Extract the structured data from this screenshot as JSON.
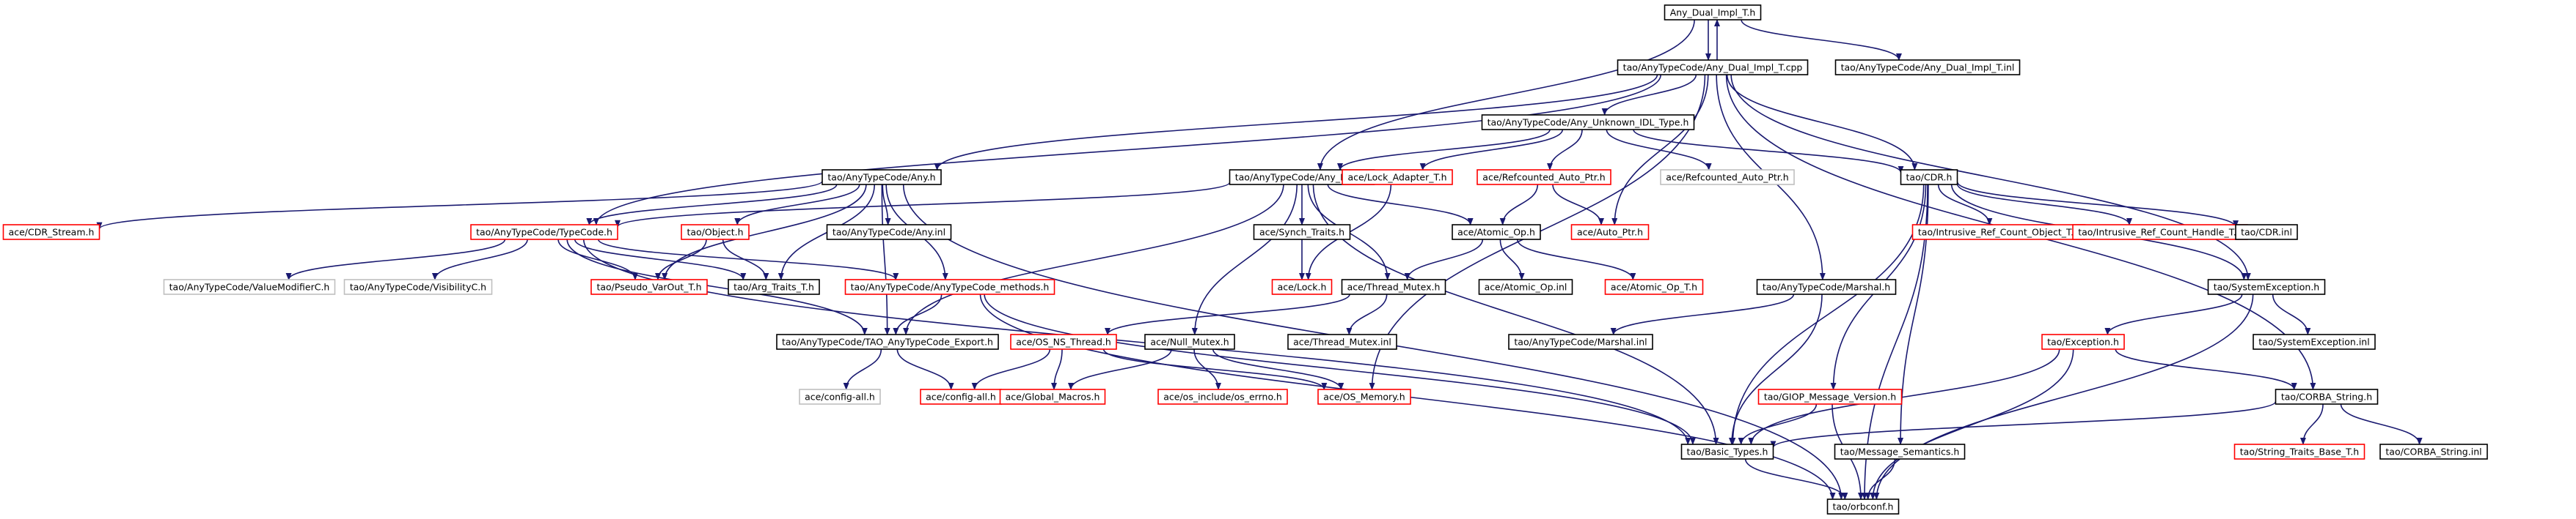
{
  "colors": {
    "edge": "#191970",
    "border_documented": "#000000",
    "border_undocumented": "#ff0000",
    "border_external": "#bfbfbf",
    "root_fill": "#bfbfbf",
    "label": "#000000"
  },
  "nodes": [
    {
      "id": "root",
      "label": "Any_Dual_Impl_T.h",
      "kind": "root"
    },
    {
      "id": "cpp",
      "label": "tao/AnyTypeCode/Any_Dual_Impl_T.cpp",
      "kind": "doc"
    },
    {
      "id": "inl",
      "label": "tao/AnyTypeCode/Any_Dual_Impl_T.inl",
      "kind": "doc"
    },
    {
      "id": "unknown",
      "label": "tao/AnyTypeCode/Any_Unknown_IDL_Type.h",
      "kind": "doc"
    },
    {
      "id": "anyh",
      "label": "tao/AnyTypeCode/Any.h",
      "kind": "doc"
    },
    {
      "id": "anyimpl",
      "label": "tao/AnyTypeCode/Any_Impl.h",
      "kind": "doc"
    },
    {
      "id": "lockadapter",
      "label": "ace/Lock_Adapter_T.h",
      "kind": "red"
    },
    {
      "id": "refcptr",
      "label": "ace/Refcounted_Auto_Ptr.h",
      "kind": "red"
    },
    {
      "id": "refcptri",
      "label": "ace/Refcounted_Auto_Ptr.h",
      "kind": "grey"
    },
    {
      "id": "cdrh",
      "label": "tao/CDR.h",
      "kind": "doc"
    },
    {
      "id": "cdrstream",
      "label": "ace/CDR_Stream.h",
      "kind": "red"
    },
    {
      "id": "typecode",
      "label": "tao/AnyTypeCode/TypeCode.h",
      "kind": "red"
    },
    {
      "id": "objecth",
      "label": "tao/Object.h",
      "kind": "red"
    },
    {
      "id": "anyinl",
      "label": "tao/AnyTypeCode/Any.inl",
      "kind": "doc"
    },
    {
      "id": "synch",
      "label": "ace/Synch_Traits.h",
      "kind": "doc"
    },
    {
      "id": "atomicop",
      "label": "ace/Atomic_Op.h",
      "kind": "doc"
    },
    {
      "id": "autoptr",
      "label": "ace/Auto_Ptr.h",
      "kind": "red"
    },
    {
      "id": "intrusive",
      "label": "tao/Intrusive_Ref_Count_Object_T.h",
      "kind": "red"
    },
    {
      "id": "intrhandle",
      "label": "tao/Intrusive_Ref_Count_Handle_T.h",
      "kind": "red"
    },
    {
      "id": "cdrinl",
      "label": "tao/CDR.inl",
      "kind": "doc"
    },
    {
      "id": "valuemod",
      "label": "tao/AnyTypeCode/ValueModifierC.h",
      "kind": "grey"
    },
    {
      "id": "visib",
      "label": "tao/AnyTypeCode/VisibilityC.h",
      "kind": "grey"
    },
    {
      "id": "pseudo",
      "label": "tao/Pseudo_VarOut_T.h",
      "kind": "red"
    },
    {
      "id": "argtraits",
      "label": "tao/Arg_Traits_T.h",
      "kind": "doc"
    },
    {
      "id": "tcmethods",
      "label": "tao/AnyTypeCode/AnyTypeCode_methods.h",
      "kind": "red"
    },
    {
      "id": "lockh",
      "label": "ace/Lock.h",
      "kind": "red"
    },
    {
      "id": "threadmutex",
      "label": "ace/Thread_Mutex.h",
      "kind": "doc"
    },
    {
      "id": "atomicinl",
      "label": "ace/Atomic_Op.inl",
      "kind": "doc"
    },
    {
      "id": "atomicopt",
      "label": "ace/Atomic_Op_T.h",
      "kind": "red"
    },
    {
      "id": "marshal",
      "label": "tao/AnyTypeCode/Marshal.h",
      "kind": "doc"
    },
    {
      "id": "sysexc",
      "label": "tao/SystemException.h",
      "kind": "doc"
    },
    {
      "id": "export",
      "label": "tao/AnyTypeCode/TAO_AnyTypeCode_Export.h",
      "kind": "doc"
    },
    {
      "id": "osns",
      "label": "ace/OS_NS_Thread.h",
      "kind": "red"
    },
    {
      "id": "nullmutex",
      "label": "ace/Null_Mutex.h",
      "kind": "doc"
    },
    {
      "id": "threadmutexinl",
      "label": "ace/Thread_Mutex.inl",
      "kind": "doc"
    },
    {
      "id": "marshalinl",
      "label": "tao/AnyTypeCode/Marshal.inl",
      "kind": "doc"
    },
    {
      "id": "exceptionh",
      "label": "tao/Exception.h",
      "kind": "red"
    },
    {
      "id": "sysexcinl",
      "label": "tao/SystemException.inl",
      "kind": "doc"
    },
    {
      "id": "configall",
      "label": "ace/config-all.h",
      "kind": "grey"
    },
    {
      "id": "configall2",
      "label": "ace/config-all.h",
      "kind": "red"
    },
    {
      "id": "globalmacros",
      "label": "ace/Global_Macros.h",
      "kind": "red"
    },
    {
      "id": "oserrno",
      "label": "ace/os_include/os_errno.h",
      "kind": "red"
    },
    {
      "id": "osmemory",
      "label": "ace/OS_Memory.h",
      "kind": "red"
    },
    {
      "id": "giop",
      "label": "tao/GIOP_Message_Version.h",
      "kind": "red"
    },
    {
      "id": "corbastr",
      "label": "tao/CORBA_String.h",
      "kind": "doc"
    },
    {
      "id": "basictypes",
      "label": "tao/Basic_Types.h",
      "kind": "doc"
    },
    {
      "id": "msgsem",
      "label": "tao/Message_Semantics.h",
      "kind": "doc"
    },
    {
      "id": "strtraits",
      "label": "tao/String_Traits_Base_T.h",
      "kind": "red"
    },
    {
      "id": "corbastrinl",
      "label": "tao/CORBA_String.inl",
      "kind": "doc"
    },
    {
      "id": "orbconf",
      "label": "tao/orbconf.h",
      "kind": "doc"
    }
  ],
  "edges": [
    [
      "root",
      "cpp"
    ],
    [
      "cpp",
      "root"
    ],
    [
      "root",
      "inl"
    ],
    [
      "root",
      "anyimpl"
    ],
    [
      "cpp",
      "unknown"
    ],
    [
      "cpp",
      "anyh"
    ],
    [
      "cpp",
      "typecode"
    ],
    [
      "cpp",
      "cdrh"
    ],
    [
      "cpp",
      "sysexc"
    ],
    [
      "cpp",
      "corbastr"
    ],
    [
      "cpp",
      "marshal"
    ],
    [
      "cpp",
      "autoptr"
    ],
    [
      "cpp",
      "osmemory"
    ],
    [
      "unknown",
      "anyimpl"
    ],
    [
      "unknown",
      "lockadapter"
    ],
    [
      "unknown",
      "refcptr"
    ],
    [
      "unknown",
      "refcptri"
    ],
    [
      "unknown",
      "cdrh"
    ],
    [
      "anyh",
      "cdrstream"
    ],
    [
      "anyh",
      "typecode"
    ],
    [
      "anyh",
      "objecth"
    ],
    [
      "anyh",
      "anyinl"
    ],
    [
      "anyh",
      "pseudo"
    ],
    [
      "anyh",
      "argtraits"
    ],
    [
      "anyh",
      "tcmethods"
    ],
    [
      "anyh",
      "export"
    ],
    [
      "anyh",
      "orbconf"
    ],
    [
      "anyimpl",
      "synch"
    ],
    [
      "anyimpl",
      "atomicop"
    ],
    [
      "anyimpl",
      "threadmutex"
    ],
    [
      "anyimpl",
      "nullmutex"
    ],
    [
      "anyimpl",
      "export"
    ],
    [
      "anyimpl",
      "basictypes"
    ],
    [
      "anyimpl",
      "typecode"
    ],
    [
      "lockadapter",
      "lockh"
    ],
    [
      "refcptr",
      "atomicop"
    ],
    [
      "refcptr",
      "autoptr"
    ],
    [
      "cdrh",
      "intrusive"
    ],
    [
      "cdrh",
      "intrhandle"
    ],
    [
      "cdrh",
      "cdrinl"
    ],
    [
      "cdrh",
      "giop"
    ],
    [
      "cdrh",
      "msgsem"
    ],
    [
      "cdrh",
      "basictypes"
    ],
    [
      "cdrh",
      "orbconf"
    ],
    [
      "cdrh",
      "sysexc"
    ],
    [
      "typecode",
      "valuemod"
    ],
    [
      "typecode",
      "visib"
    ],
    [
      "typecode",
      "pseudo"
    ],
    [
      "typecode",
      "argtraits"
    ],
    [
      "typecode",
      "tcmethods"
    ],
    [
      "typecode",
      "export"
    ],
    [
      "typecode",
      "basictypes"
    ],
    [
      "objecth",
      "pseudo"
    ],
    [
      "objecth",
      "argtraits"
    ],
    [
      "synch",
      "lockh"
    ],
    [
      "atomicop",
      "threadmutex"
    ],
    [
      "atomicop",
      "atomicinl"
    ],
    [
      "atomicop",
      "atomicopt"
    ],
    [
      "tcmethods",
      "export"
    ],
    [
      "tcmethods",
      "orbconf"
    ],
    [
      "tcmethods",
      "basictypes"
    ],
    [
      "threadmutex",
      "osns"
    ],
    [
      "threadmutex",
      "threadmutexinl"
    ],
    [
      "marshal",
      "marshalinl"
    ],
    [
      "marshal",
      "basictypes"
    ],
    [
      "sysexc",
      "exceptionh"
    ],
    [
      "sysexc",
      "sysexcinl"
    ],
    [
      "sysexc",
      "orbconf"
    ],
    [
      "export",
      "configall"
    ],
    [
      "export",
      "configall2"
    ],
    [
      "osns",
      "configall2"
    ],
    [
      "osns",
      "globalmacros"
    ],
    [
      "osns",
      "osmemory"
    ],
    [
      "nullmutex",
      "globalmacros"
    ],
    [
      "nullmutex",
      "oserrno"
    ],
    [
      "nullmutex",
      "osmemory"
    ],
    [
      "exceptionh",
      "corbastr"
    ],
    [
      "exceptionh",
      "basictypes"
    ],
    [
      "exceptionh",
      "orbconf"
    ],
    [
      "giop",
      "basictypes"
    ],
    [
      "giop",
      "orbconf"
    ],
    [
      "corbastr",
      "basictypes"
    ],
    [
      "corbastr",
      "strtraits"
    ],
    [
      "corbastr",
      "corbastrinl"
    ],
    [
      "basictypes",
      "orbconf"
    ],
    [
      "msgsem",
      "orbconf"
    ]
  ]
}
